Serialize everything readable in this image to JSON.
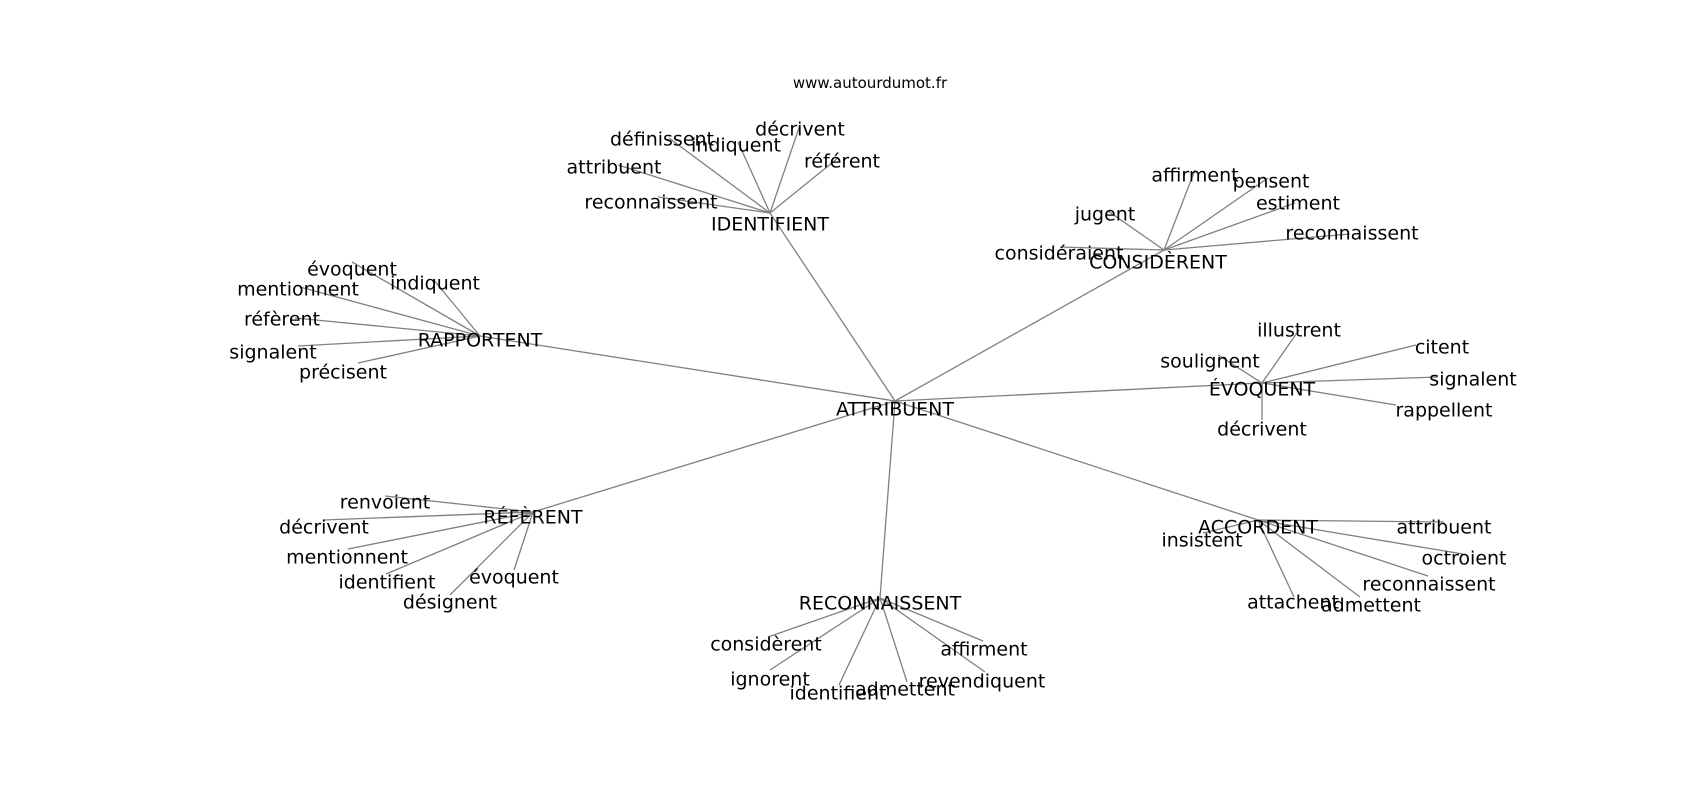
{
  "website": "www.autourdumot.fr",
  "graph": {
    "root": "ATTRIBUENT",
    "edge_color": "#808080",
    "branches": [
      {
        "label": "IDENTIFIENT",
        "leaves": [
          "définissent",
          "indiquent",
          "décrivent",
          "attribuent",
          "référent",
          "reconnaissent"
        ]
      },
      {
        "label": "CONSIDÈRENT",
        "leaves": [
          "affirment",
          "pensent",
          "jugent",
          "estiment",
          "considéraient",
          "reconnaissent"
        ]
      },
      {
        "label": "RAPPORTENT",
        "leaves": [
          "évoquent",
          "indiquent",
          "mentionnent",
          "réfèrent",
          "signalent",
          "précisent"
        ]
      },
      {
        "label": "ÉVOQUENT",
        "leaves": [
          "illustrent",
          "citent",
          "soulignent",
          "signalent",
          "rappellent",
          "décrivent"
        ]
      },
      {
        "label": "RÉFÈRENT",
        "leaves": [
          "renvoient",
          "décrivent",
          "mentionnent",
          "identifient",
          "évoquent",
          "désignent"
        ]
      },
      {
        "label": "ACCORDENT",
        "leaves": [
          "attribuent",
          "insistent",
          "octroient",
          "reconnaissent",
          "attachent",
          "admettent"
        ]
      },
      {
        "label": "RECONNAISSENT",
        "leaves": [
          "considèrent",
          "affirment",
          "ignorent",
          "revendiquent",
          "identifient",
          "admettent"
        ]
      }
    ]
  }
}
